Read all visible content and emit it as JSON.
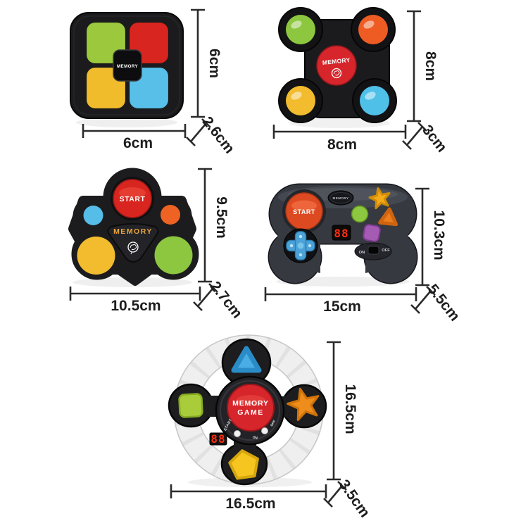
{
  "palette": {
    "device_black": "#1b1b1d",
    "controller_charcoal": "#383b42",
    "wheel_ring_white": "#efefef",
    "green": "#8dc63f",
    "red": "#d6252b",
    "yellow": "#f2bc2e",
    "blue": "#55bde8",
    "orange": "#ee6323",
    "star_yellow": "#f3ac17",
    "star_orange": "#ef8d1c",
    "purple": "#a55ab4",
    "led_red": "#ff2d12",
    "dimension_line": "#2b2b2b"
  },
  "devices": {
    "square_pad": {
      "center_button": "MEMORY",
      "width": "6cm",
      "height": "6cm",
      "depth": "2.6cm"
    },
    "corner_pad": {
      "center_button": "MEMORY",
      "width": "8cm",
      "height": "8cm",
      "depth": "3cm"
    },
    "paw_console": {
      "start_button": "START",
      "center_label": "MEMORY",
      "width": "10.5cm",
      "height": "9.5cm",
      "depth": "2.7cm"
    },
    "controller": {
      "start_button": "START",
      "memory_button": "MEMORY",
      "display": "88",
      "switch_on": "ON",
      "switch_off": "OFF",
      "width": "15cm",
      "height": "10.3cm",
      "depth": "5.5cm"
    },
    "wheel": {
      "title_line1": "MEMORY",
      "title_line2": "GAME",
      "display": "88",
      "start_label": "START",
      "on_label": "ON",
      "off_label": "OFF",
      "width": "16.5cm",
      "height": "16.5cm",
      "depth": "3.5cm"
    }
  }
}
